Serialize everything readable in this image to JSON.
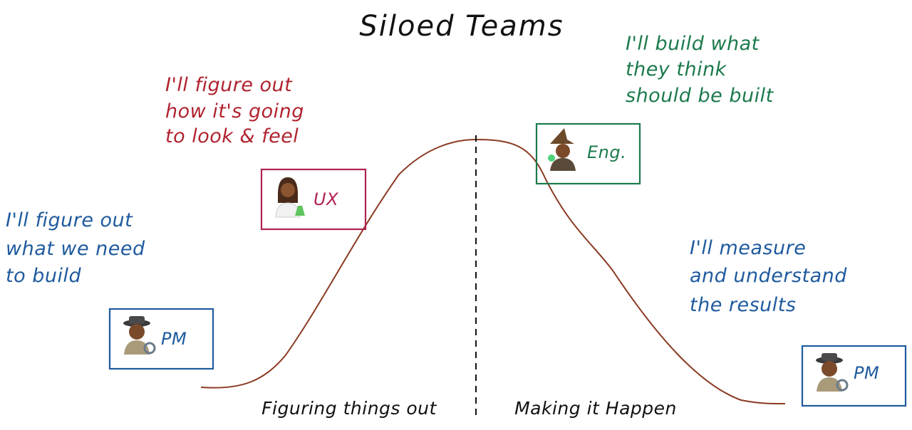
{
  "title": "Siloed Teams",
  "colors": {
    "blue": "#1f5a9e",
    "red": "#b0232f",
    "green": "#1c7a4c",
    "curve": "#8a3a22",
    "ink": "#111111",
    "ux_box": "#b0234f"
  },
  "notes": {
    "pm_start": [
      "I'll figure out",
      "what we need",
      "to build"
    ],
    "ux": [
      "I'll figure out",
      "how it's going",
      "to look & feel"
    ],
    "eng": [
      "I'll build what",
      "they think",
      "should be built"
    ],
    "pm_end": [
      "I'll measure",
      "and understand",
      "the results"
    ]
  },
  "roles": {
    "pm_start": {
      "label": "PM",
      "icon": "detective-icon"
    },
    "ux": {
      "label": "UX",
      "icon": "scientist-icon"
    },
    "eng": {
      "label": "Eng.",
      "icon": "mage-icon"
    },
    "pm_end": {
      "label": "PM",
      "icon": "detective-icon"
    }
  },
  "phases": {
    "left": "Figuring things out",
    "right": "Making it Happen"
  }
}
